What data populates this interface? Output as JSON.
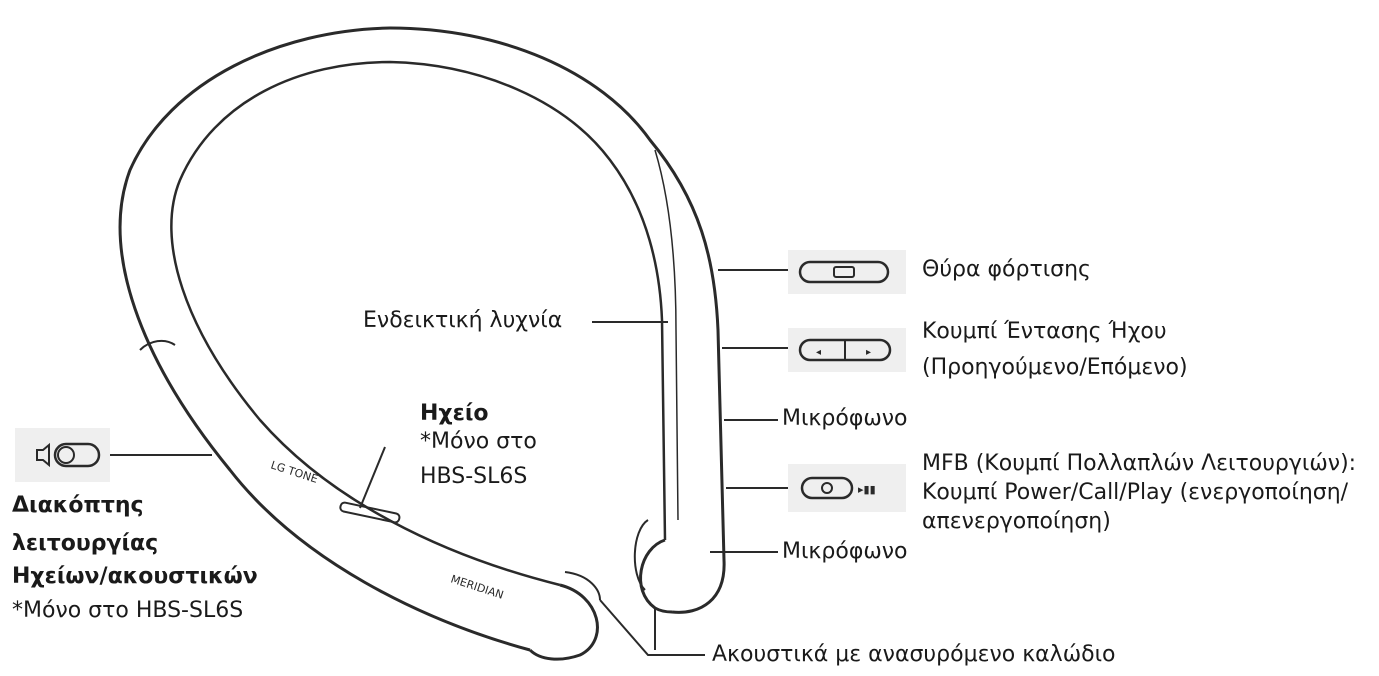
{
  "labels": {
    "indicator_light": "Ενδεικτική λυχνία",
    "charging_port": "Θύρα φόρτισης",
    "volume_button_line1": "Κουμπί Έντασης Ήχου",
    "volume_button_line2": "(Προηγούμενο/Επόμενο)",
    "microphone_upper": "Μικρόφωνο",
    "mfb_line1": "MFB (Κουμπί Πολλαπλών Λειτουργιών):",
    "mfb_line2": "Κουμπί Power/Call/Play (ενεργοποίηση/",
    "mfb_line3": "απενεργοποίηση)",
    "microphone_lower": "Μικρόφωνο",
    "earbuds": "Ακουστικά με ανασυρόμενο καλώδιο",
    "speaker_title": "Ηχείο",
    "speaker_note_line1": "*Μόνο στο",
    "speaker_note_line2": "HBS-SL6S",
    "switch_line1": "Διακόπτης",
    "switch_line2": "λειτουργίας",
    "switch_line3": "Ηχείων/ακουστικών",
    "switch_note": "*Μόνο στο HBS-SL6S"
  },
  "device_markings": {
    "brand_text": "LG TONE",
    "sound_text": "MERIDIAN"
  },
  "colors": {
    "outline": "#2a2a2a",
    "text": "#1a1a1a",
    "thumb_bg": "#efefef"
  }
}
